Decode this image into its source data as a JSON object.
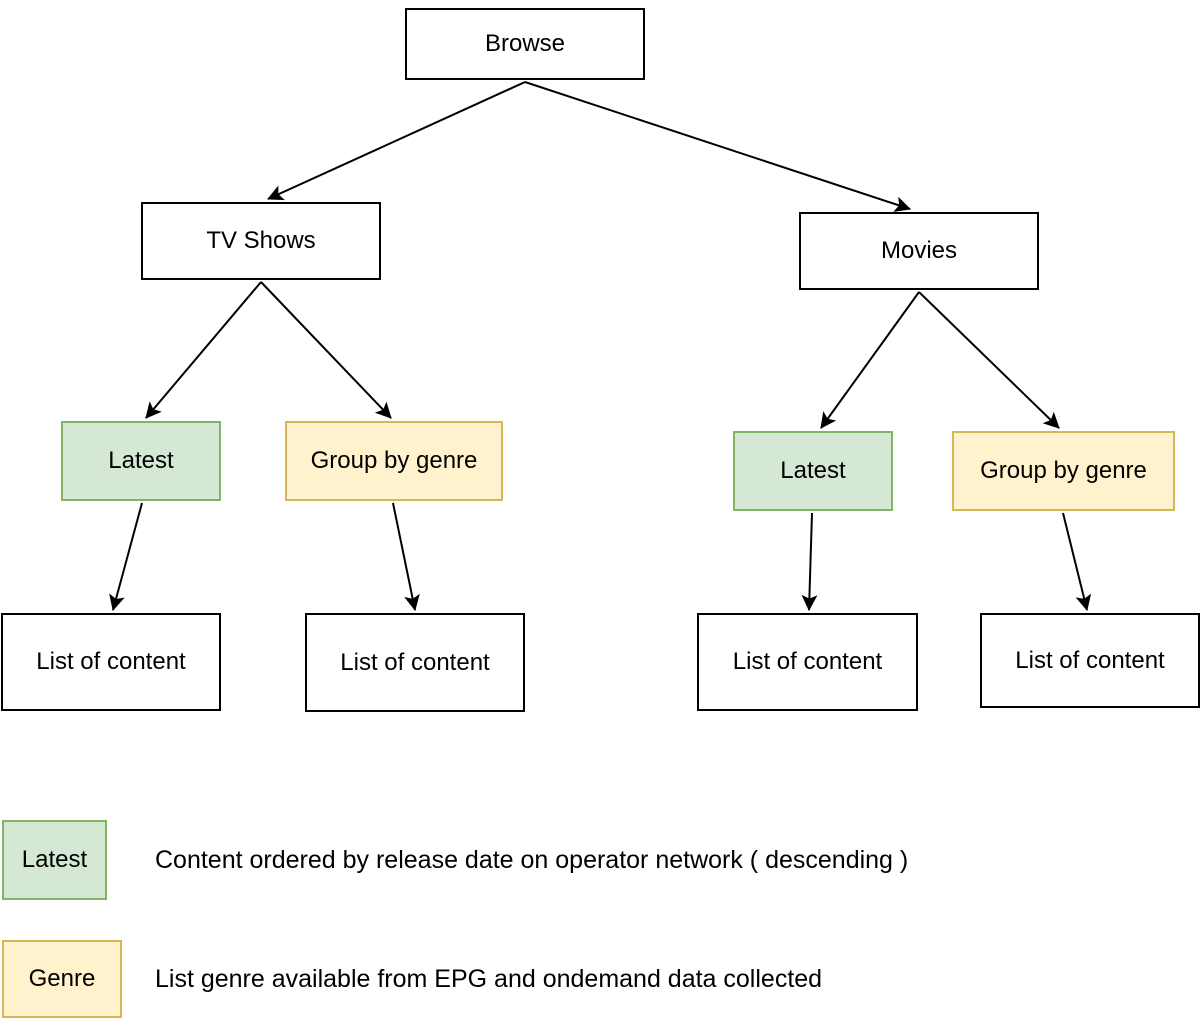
{
  "diagram": {
    "nodes": {
      "browse": {
        "label": "Browse"
      },
      "tv_shows": {
        "label": "TV Shows"
      },
      "movies": {
        "label": "Movies"
      },
      "tv_latest": {
        "label": "Latest"
      },
      "tv_group_by_genre": {
        "label": "Group by genre"
      },
      "movies_latest": {
        "label": "Latest"
      },
      "movies_group_by_genre": {
        "label": "Group by genre"
      },
      "tv_latest_list": {
        "label": "List of content"
      },
      "tv_genre_list": {
        "label": "List of content"
      },
      "movies_latest_list": {
        "label": "List of content"
      },
      "movies_genre_list": {
        "label": "List of content"
      }
    },
    "colors": {
      "latest_fill": "#d5e8d4",
      "latest_border": "#82b366",
      "genre_fill": "#fff2cc",
      "genre_border": "#d6b656",
      "default_fill": "#ffffff",
      "default_border": "#000000",
      "connector": "#000000"
    }
  },
  "legend": {
    "latest": {
      "swatch_label": "Latest",
      "description": "Content ordered by release date on operator network ( descending )"
    },
    "genre": {
      "swatch_label": "Genre",
      "description": "List genre available from EPG and ondemand data collected"
    }
  }
}
